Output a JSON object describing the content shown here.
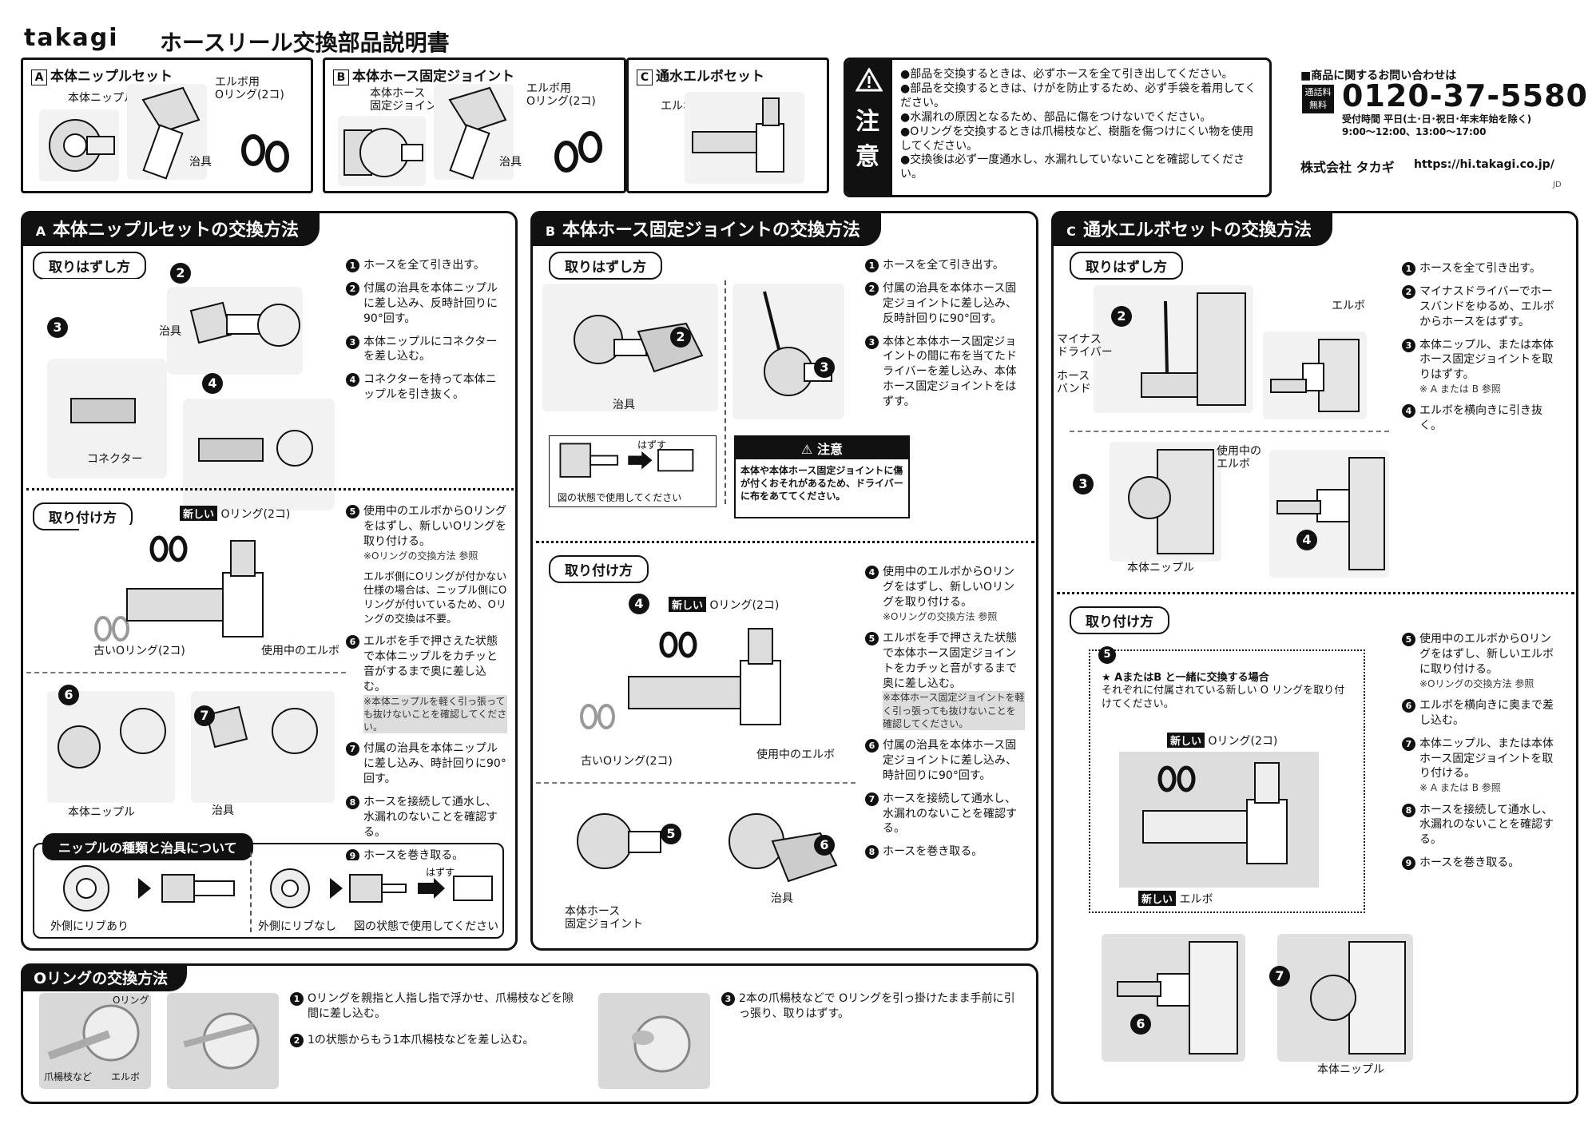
{
  "header": {
    "brand": "takagi",
    "doc_title": "ホースリール交換部品説明書"
  },
  "parts": {
    "a": {
      "letter": "A",
      "title": "本体ニップルセット",
      "label_nipple": "本体ニップル",
      "label_elbow": "エルボ用",
      "label_oring": "Oリング(2コ)",
      "label_tool": "治具"
    },
    "b": {
      "letter": "B",
      "title": "本体ホース固定ジョイント",
      "label_joint_1": "本体ホース",
      "label_joint_2": "固定ジョイント",
      "label_elbow": "エルボ用",
      "label_oring": "Oリング(2コ)",
      "label_tool": "治具"
    },
    "c": {
      "letter": "C",
      "title": "通水エルボセット",
      "label_elbow": "エルボ"
    }
  },
  "caution": {
    "icon": "warning-icon",
    "label_1": "注",
    "label_2": "意",
    "items": [
      "●部品を交換するときは、必ずホースを全て引き出してください。",
      "●部品を交換するときは、けがを防止するため、必ず手袋を着用してください。",
      "●水漏れの原因となるため、部品に傷をつけないでください。",
      "●Oリングを交換するときは爪楊枝など、樹脂を傷つけにくい物を使用してください。",
      "●交換後は必ず一度通水し、水漏れしていないことを確認してください。"
    ]
  },
  "contact": {
    "heading": "■商品に関するお問い合わせは",
    "free_label_1": "通話料",
    "free_label_2": "無料",
    "phone": "0120-37-5580",
    "hours_1": "受付時間 平日(土･日･祝日･年末年始を除く)",
    "hours_2": "9:00～12:00、13:00～17:00",
    "company": "株式会社 タカギ",
    "url": "https://hi.takagi.co.jp/",
    "code": "JD"
  },
  "secA": {
    "letter": "A",
    "title": "本体ニップルセットの交換方法",
    "remove_tab": "取りはずし方",
    "remove_steps": [
      {
        "n": "1",
        "text": "ホースを全て引き出す。"
      },
      {
        "n": "2",
        "text": "付属の治具を本体ニップルに差し込み、反時計回りに90°回す。"
      },
      {
        "n": "3",
        "text": "本体ニップルにコネクターを差し込む。"
      },
      {
        "n": "4",
        "text": "コネクターを持って本体ニップルを引き抜く。"
      }
    ],
    "lbl_tool": "治具",
    "lbl_connector": "コネクター",
    "install_tab": "取り付け方",
    "new_badge": "新しい",
    "new_oring": "Oリング(2コ)",
    "old_oring": "古いOリング(2コ)",
    "elbow_in_use": "使用中のエルボ",
    "install_steps": [
      {
        "n": "5",
        "text": "使用中のエルボからOリングをはずし、新しいOリングを取り付ける。",
        "note": "※Oリングの交換方法 参照"
      },
      {
        "n": "",
        "text": "エルボ側にOリングが付かない仕様の場合は、ニップル側にOリングが付いているため、Oリングの交換は不要。"
      },
      {
        "n": "6",
        "text": "エルボを手で押さえた状態で本体ニップルをカチッと音がするまで奥に差し込む。",
        "note": "※本体ニップルを軽く引っ張っても抜けないことを確認してください。"
      },
      {
        "n": "7",
        "text": "付属の治具を本体ニップルに差し込み、時計回りに90°回す。"
      },
      {
        "n": "8",
        "text": "ホースを接続して通水し、水漏れのないことを確認する。"
      },
      {
        "n": "9",
        "text": "ホースを巻き取る。"
      }
    ],
    "lbl_nipple": "本体ニップル",
    "lbl_tool2": "治具",
    "types_tab": "ニップルの種類と治具について",
    "type_rib": "外側にリブあり",
    "type_norib": "外側にリブなし",
    "type_hint": "図の状態で使用してください",
    "remove_label": "はずす"
  },
  "secB": {
    "letter": "B",
    "title": "本体ホース固定ジョイントの交換方法",
    "remove_tab": "取りはずし方",
    "remove_steps": [
      {
        "n": "1",
        "text": "ホースを全て引き出す。"
      },
      {
        "n": "2",
        "text": "付属の治具を本体ホース固定ジョイントに差し込み、反時計回りに90°回す。"
      },
      {
        "n": "3",
        "text": "本体と本体ホース固定ジョイントの間に布を当てたドライバーを差し込み、本体ホース固定ジョイントをはずす。"
      }
    ],
    "lbl_tool": "治具",
    "remove_label": "はずす",
    "hint": "図の状態で使用してください",
    "warn_title": "注意",
    "warn_text": "本体や本体ホース固定ジョイントに傷が付くおそれがあるため、ドライバーに布をあててください。",
    "install_tab": "取り付け方",
    "new_badge": "新しい",
    "new_oring": "Oリング(2コ)",
    "old_oring": "古いOリング(2コ)",
    "elbow_in_use": "使用中のエルボ",
    "install_steps": [
      {
        "n": "4",
        "text": "使用中のエルボからOリングをはずし、新しいOリングを取り付ける。",
        "note": "※Oリングの交換方法 参照"
      },
      {
        "n": "5",
        "text": "エルボを手で押さえた状態で本体ホース固定ジョイントをカチッと音がするまで奥に差し込む。",
        "note": "※本体ホース固定ジョイントを軽く引っ張っても抜けないことを確認してください。"
      },
      {
        "n": "6",
        "text": "付属の治具を本体ホース固定ジョイントに差し込み、時計回りに90°回す。"
      },
      {
        "n": "7",
        "text": "ホースを接続して通水し、水漏れのないことを確認する。"
      },
      {
        "n": "8",
        "text": "ホースを巻き取る。"
      }
    ],
    "lbl_joint_1": "本体ホース",
    "lbl_joint_2": "固定ジョイント",
    "lbl_tool2": "治具"
  },
  "secC": {
    "letter": "C",
    "title": "通水エルボセットの交換方法",
    "remove_tab": "取りはずし方",
    "lbl_driver_1": "マイナス",
    "lbl_driver_2": "ドライバー",
    "lbl_band_1": "ホース",
    "lbl_band_2": "バンド",
    "lbl_elbow": "エルボ",
    "lbl_elbow_use_1": "使用中の",
    "lbl_elbow_use_2": "エルボ",
    "lbl_nipple": "本体ニップル",
    "remove_steps": [
      {
        "n": "1",
        "text": "ホースを全て引き出す。"
      },
      {
        "n": "2",
        "text": "マイナスドライバーでホースバンドをゆるめ、エルボからホースをはずす。"
      },
      {
        "n": "3",
        "text": "本体ニップル、または本体ホース固定ジョイントを取りはずす。",
        "note": "※ A または B 参照"
      },
      {
        "n": "4",
        "text": "エルボを横向きに引き抜く。"
      }
    ],
    "install_tab": "取り付け方",
    "box_title": "★ AまたはB と一緒に交換する場合",
    "box_text": "それぞれに付属されている新しい O リングを取り付けてください。",
    "new_badge": "新しい",
    "new_oring": "Oリング(2コ)",
    "new_elbow": "エルボ",
    "install_steps": [
      {
        "n": "5",
        "text": "使用中のエルボからOリングをはずし、新しいエルボに取り付ける。",
        "note": "※Oリングの交換方法 参照"
      },
      {
        "n": "6",
        "text": "エルボを横向きに奥まで差し込む。"
      },
      {
        "n": "7",
        "text": "本体ニップル、または本体ホース固定ジョイントを取り付ける。",
        "note": "※ A または B 参照"
      },
      {
        "n": "8",
        "text": "ホースを接続して通水し、水漏れのないことを確認する。"
      },
      {
        "n": "9",
        "text": "ホースを巻き取る。"
      }
    ],
    "lbl_nipple2": "本体ニップル"
  },
  "oring": {
    "title": "Oリングの交換方法",
    "lbl_oring": "Oリング",
    "lbl_pick": "爪楊枝など",
    "lbl_elbow": "エルボ",
    "steps": [
      {
        "n": "1",
        "text": "Oリングを親指と人指し指で浮かせ、爪楊枝などを隙間に差し込む。"
      },
      {
        "n": "2",
        "text": "1の状態からもう1本爪楊枝などを差し込む。"
      },
      {
        "n": "3",
        "text": "2本の爪楊枝などで Oリングを引っ掛けたまま手前に引っ張り、取りはずす。"
      }
    ]
  }
}
